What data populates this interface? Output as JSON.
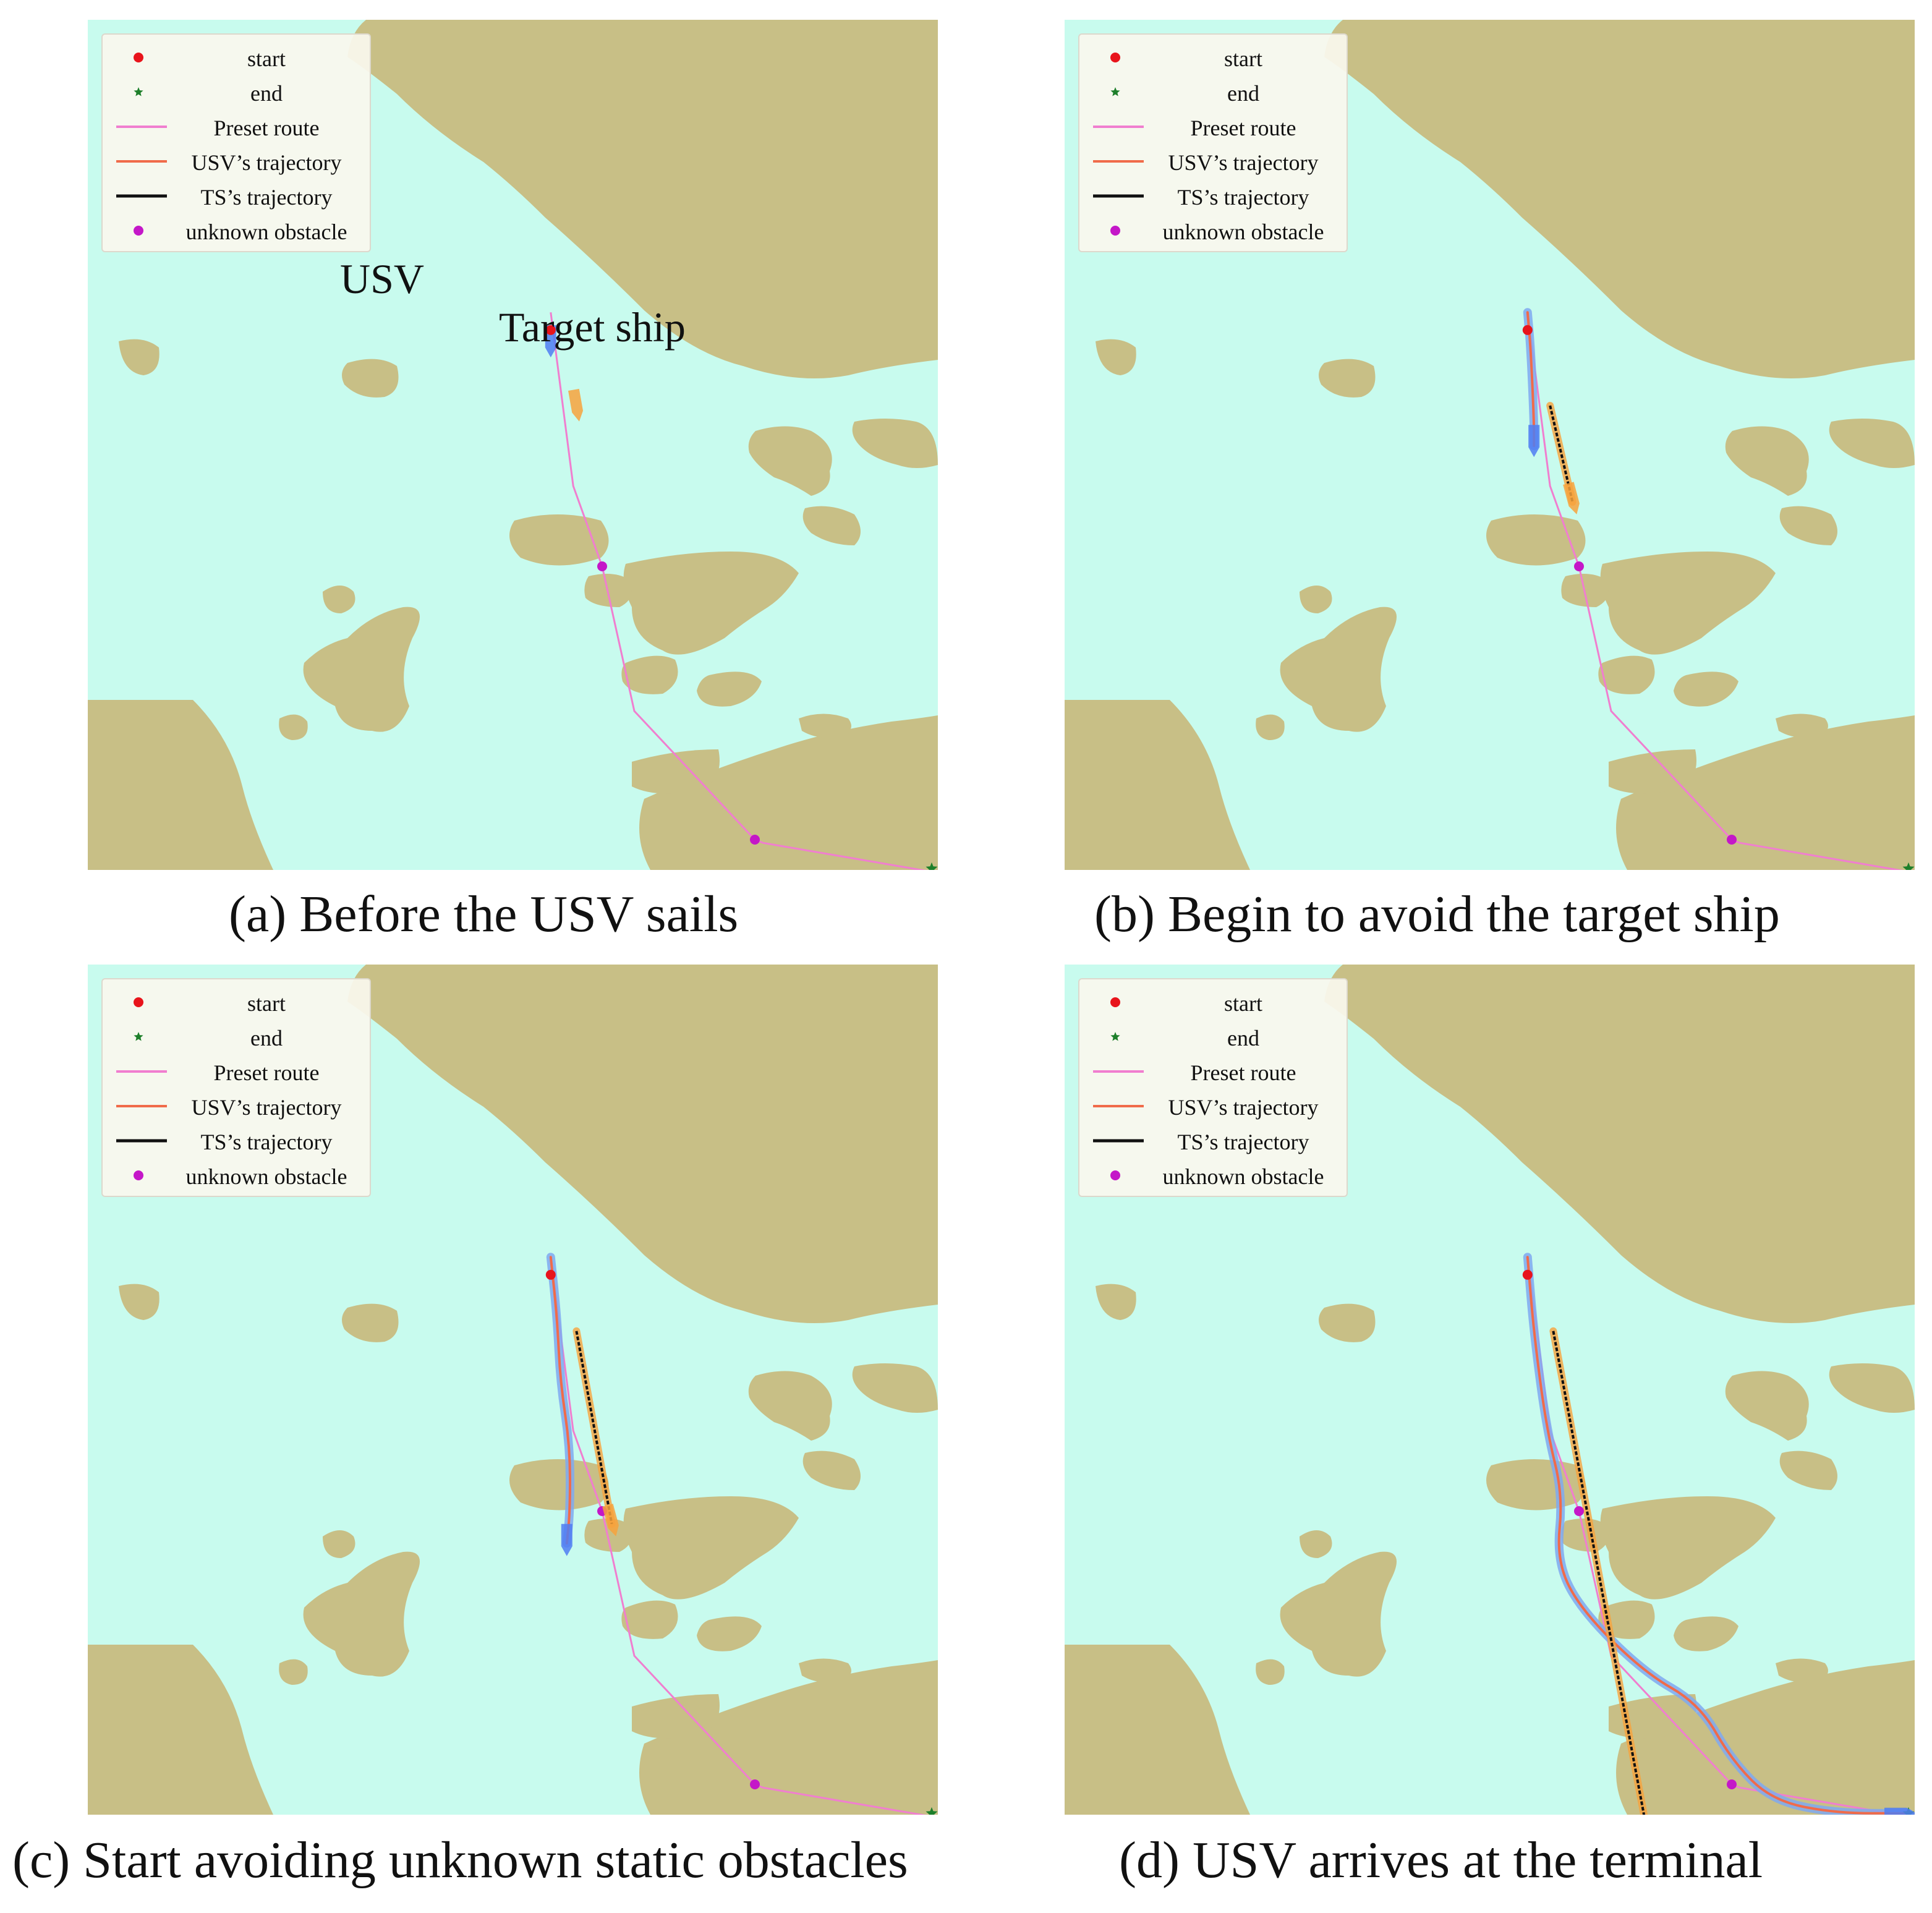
{
  "legend_items": [
    {
      "label": "start",
      "marker": "dot",
      "color": "#e8141b"
    },
    {
      "label": "end",
      "marker": "star",
      "color": "#1d7f2a"
    },
    {
      "label": "Preset route",
      "marker": "line",
      "color": "#f07ecf"
    },
    {
      "label": "USV’s trajectory",
      "marker": "line",
      "color": "#f06b4a"
    },
    {
      "label": "TS’s trajectory",
      "marker": "line",
      "color": "#111111"
    },
    {
      "label": "unknown obstacle",
      "marker": "dot",
      "color": "#c417c8"
    }
  ],
  "colors": {
    "land": "#c8bf86",
    "water": "#c8fbee",
    "preset_route": "#f07ecf",
    "usv_trajectory": "#f06b4a",
    "usv_halo": "#7fa8f0",
    "ts_trajectory": "#111111",
    "ts_ship": "#f7a23c",
    "usv_ship": "#4f7df2",
    "obstacle": "#c417c8",
    "start": "#e8141b",
    "end": "#1d7f2a"
  },
  "panels": [
    {
      "id": "a",
      "caption": "(a) Before the USV sails",
      "annotations": {
        "usv": "USV",
        "target": "Target  ship"
      },
      "stage": "before"
    },
    {
      "id": "b",
      "caption": "(b) Begin to avoid the target ship",
      "stage": "avoid-target"
    },
    {
      "id": "c",
      "caption": "(c) Start avoiding unknown static obstacles",
      "stage": "avoid-obstacles"
    },
    {
      "id": "d",
      "caption": "(d) USV arrives at the terminal",
      "stage": "arrived"
    }
  ]
}
